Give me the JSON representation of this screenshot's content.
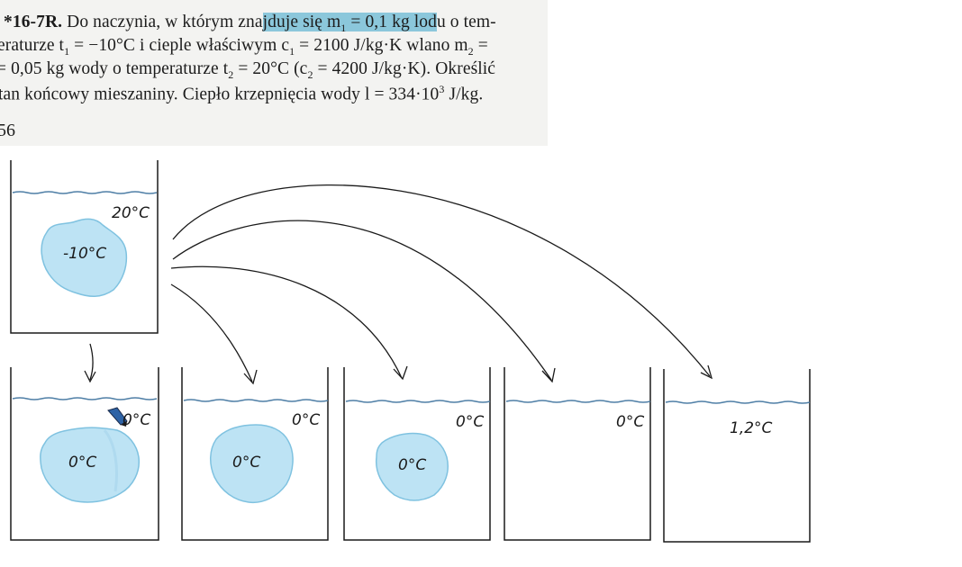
{
  "problem": {
    "number": "*16-7R.",
    "line1_a": "Do naczynia, w którym zna",
    "line1_hl": "jduje się m",
    "line1_hl_sub": "1",
    "line1_hl_b": " = 0,1 kg lod",
    "line1_b": "u o tem-",
    "line2_a": "eraturze t",
    "line2_sub1": "1",
    "line2_b": " = −10°C i cieple właściwym c",
    "line2_sub2": "1",
    "line2_c": " = 2100 J/kg·K wlano m",
    "line2_sub3": "2",
    "line2_d": " =",
    "line3_a": "= 0,05 kg wody o temperaturze t",
    "line3_sub1": "2",
    "line3_b": " = 20°C (c",
    "line3_sub2": "2",
    "line3_c": " = 4200 J/kg·K). Określić",
    "line4_a": "tan końcowy mieszaniny. Ciepło krzepnięcia wody l = 334·10",
    "line4_sup": "3",
    "line4_b": " J/kg.",
    "page_number": "56"
  },
  "vessels": {
    "initial": {
      "water_temp": "20°C",
      "ice_temp": "-10°C"
    },
    "stage1": {
      "water_temp": "0°C",
      "ice_temp": "0°C"
    },
    "stage2": {
      "water_temp": "0°C",
      "ice_temp": "0°C"
    },
    "stage3": {
      "water_temp": "0°C",
      "ice_temp": "0°C"
    },
    "stage4": {
      "water_temp": "0°C"
    },
    "stage5": {
      "water_temp": "1,2°C"
    }
  },
  "colors": {
    "ice_fill": "#bde3f4",
    "ice_stroke": "#7fc2e0",
    "water_line": "#4f7fa6",
    "highlight": "#78bed7",
    "pen": "#1a1a1a"
  }
}
